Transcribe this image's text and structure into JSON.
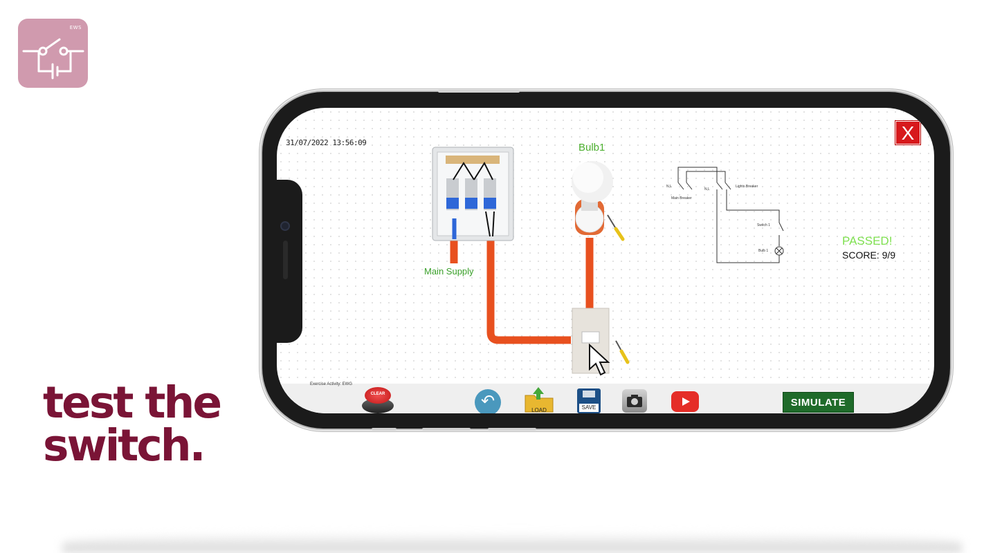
{
  "branding": {
    "logo_tag": "EWS",
    "logo_icon": "switch-circuit-icon"
  },
  "caption": {
    "line1": "test the",
    "line2": "switch."
  },
  "app": {
    "timestamp": "31/07/2022 13:56:09",
    "close_label": "X",
    "bulb_label": "Bulb1",
    "main_supply_label": "Main Supply",
    "result": {
      "status": "PASSED!",
      "score": "SCORE: 9/9"
    },
    "exercise_label": "Exercise Activity: EWG",
    "diagram_labels": {
      "main_breaker": "Main Breaker",
      "lights_breaker": "Lights Breaker",
      "switch": "Switch 1",
      "bulb": "Bulb 1"
    },
    "toolbar": {
      "clear_label": "CLEAR",
      "load_label": "LOAD",
      "save_label": "SAVE",
      "simulate_label": "SIMULATE",
      "icons": [
        "clear-button-icon",
        "undo-icon",
        "load-folder-icon",
        "save-disk-icon",
        "camera-icon",
        "youtube-icon"
      ]
    },
    "colors": {
      "pass": "#7ee04f",
      "close": "#d7191c",
      "simulate": "#1f6b2a",
      "conduit": "#e8501f",
      "caption": "#7a1436",
      "logo": "#d09aae"
    }
  }
}
